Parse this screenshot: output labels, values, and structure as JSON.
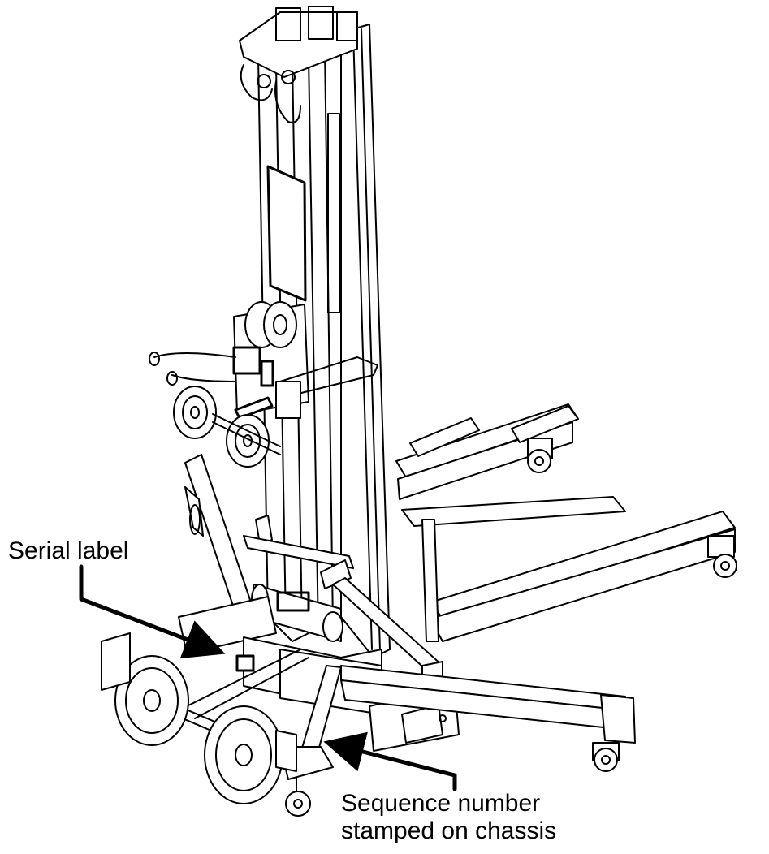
{
  "annotations": {
    "serial_label": "Serial label",
    "sequence_line_1": "Sequence number",
    "sequence_line_2": "stamped on chassis"
  },
  "colors": {
    "line": "#000000",
    "background": "#ffffff",
    "panel": "#ffffff"
  },
  "icons": {
    "machine": "material-lift-drawing"
  }
}
